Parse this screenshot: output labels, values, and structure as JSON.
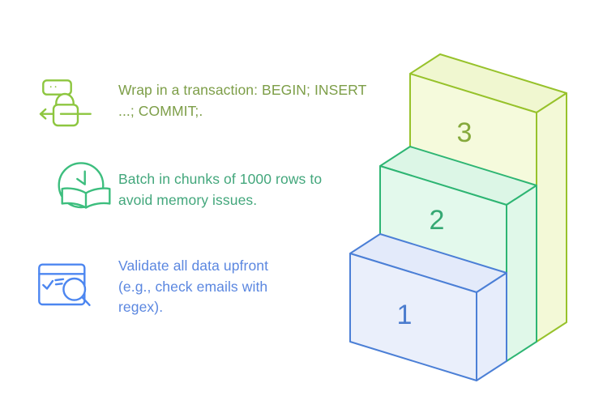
{
  "items": [
    {
      "icon": "transaction-lock-icon",
      "text": "Wrap in a transaction: BEGIN; INSERT\n...; COMMIT;.",
      "color": "#7d9e48",
      "icon_color": "#8dc63f"
    },
    {
      "icon": "clock-book-icon",
      "text": "Batch in chunks of 1000 rows to\navoid memory issues.",
      "color": "#43a77c",
      "icon_color": "#3dbe7e"
    },
    {
      "icon": "validate-window-search-icon",
      "text": "Validate all data upfront\n(e.g., check emails with\nregex).",
      "color": "#5b87e0",
      "icon_color": "#4c86f0"
    }
  ],
  "stairs": {
    "steps": [
      {
        "label": "1",
        "stroke": "#4b7fd6",
        "fill": "#eaeffb",
        "number_color": "#4b7cce"
      },
      {
        "label": "2",
        "stroke": "#2eb573",
        "fill": "#e3f9ec",
        "number_color": "#35a873"
      },
      {
        "label": "3",
        "stroke": "#97c22b",
        "fill": "#f5fadc",
        "number_color": "#85a93c"
      }
    ]
  }
}
